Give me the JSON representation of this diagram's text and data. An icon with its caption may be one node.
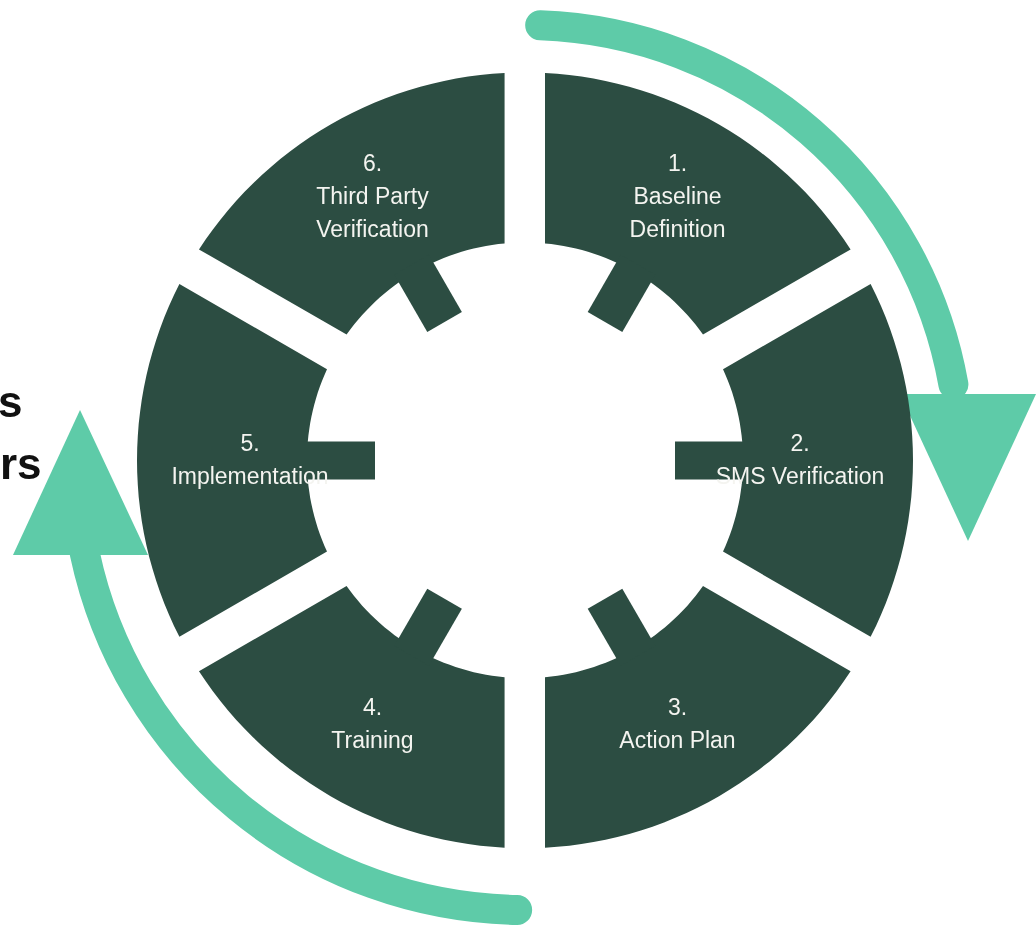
{
  "diagram": {
    "nodes": [
      {
        "text": [
          "1.",
          "Baseline Definition"
        ]
      },
      {
        "text": [
          "2.",
          "SMS Verification"
        ]
      },
      {
        "text": [
          "3.",
          "Action Plan"
        ]
      },
      {
        "text": [
          "4.",
          "Training"
        ]
      },
      {
        "text": [
          "5.",
          "Implementation"
        ]
      },
      {
        "text": [
          "6.",
          "Third Party Verification"
        ]
      }
    ],
    "labels": [
      "s",
      "rs"
    ]
  }
}
